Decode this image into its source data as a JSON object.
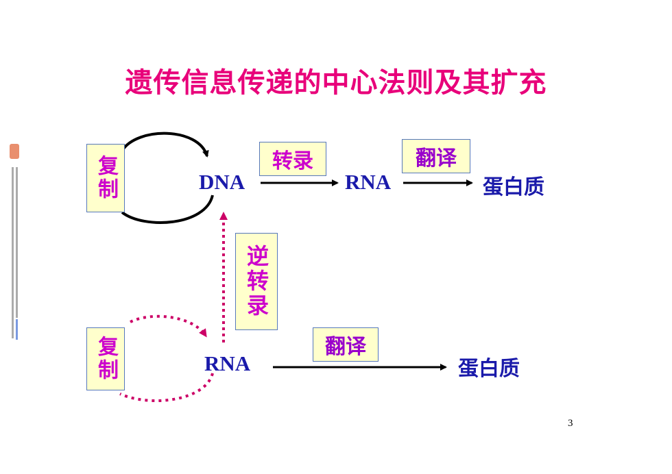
{
  "title": "遗传信息传递的中心法则及其扩充",
  "upper": {
    "replication_label": "复制",
    "dna": "DNA",
    "transcription_label": "转录",
    "rna": "RNA",
    "translation_label": "翻译",
    "protein": "蛋白质"
  },
  "reverse_transcription_label": "逆转录",
  "lower": {
    "replication_label": "复制",
    "rna": "RNA",
    "translation_label": "翻译",
    "protein": "蛋白质"
  },
  "page_number": "3",
  "colors": {
    "title": "#e8007a",
    "box_fill": "#ffffcc",
    "node_text": "#1a1aaa",
    "dotted_arrow": "#cc0066"
  }
}
